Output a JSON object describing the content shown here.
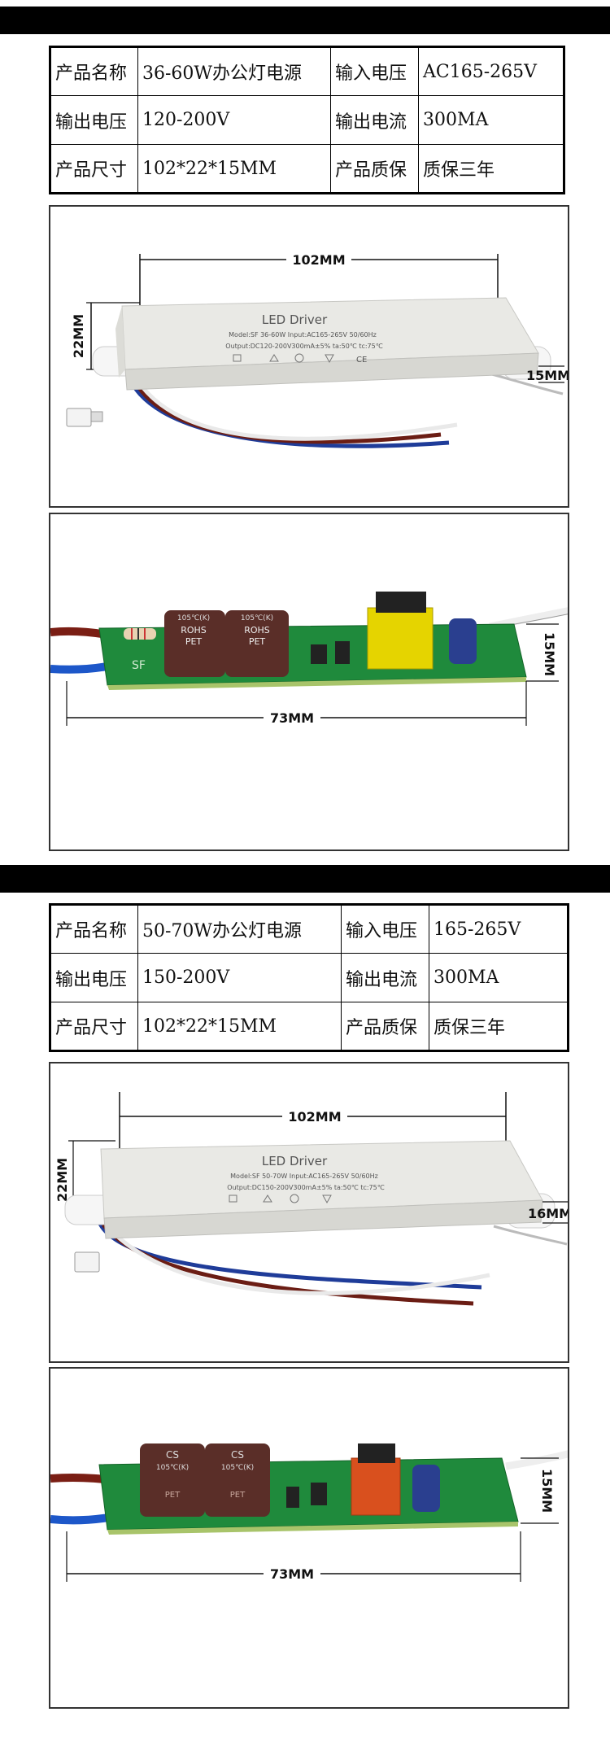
{
  "products": [
    {
      "specs": {
        "r1": {
          "l1": "产品名称",
          "v1": "36-60W办公灯电源",
          "l2": "输入电压",
          "v2": "AC165-265V"
        },
        "r2": {
          "l1": "输出电压",
          "v1": "120-200V",
          "l2": "输出电流",
          "v2": "300MA"
        },
        "r3": {
          "l1": "产品尺寸",
          "v1": "102*22*15MM",
          "l2": "产品质保",
          "v2": "质保三年"
        }
      },
      "driver": {
        "title": "LED Driver",
        "line1": "Model:SF 36-60W Input:AC165-265V 50/60Hz",
        "line2": "Output:DC120-200V300mA±5%  ta:50℃  tc:75℃",
        "length": "102MM",
        "width": "22MM",
        "height": "15MM"
      },
      "board": {
        "cap_brand": "105℃(K)",
        "cap_mark": "ROHS",
        "cap_sub": "PET",
        "silk": "SF",
        "length": "73MM",
        "height": "15MM"
      }
    },
    {
      "specs": {
        "r1": {
          "l1": "产品名称",
          "v1": "50-70W办公灯电源",
          "l2": "输入电压",
          "v2": "165-265V"
        },
        "r2": {
          "l1": "输出电压",
          "v1": "150-200V",
          "l2": "输出电流",
          "v2": "300MA"
        },
        "r3": {
          "l1": "产品尺寸",
          "v1": "102*22*15MM",
          "l2": "产品质保",
          "v2": "质保三年"
        }
      },
      "driver": {
        "title": "LED Driver",
        "line1": "Model:SF 50-70W Input:AC165-265V 50/60Hz",
        "line2": "Output:DC150-200V300mA±5%  ta:50℃  tc:75℃",
        "length": "102MM",
        "width": "22MM",
        "height": "16MM"
      },
      "board": {
        "cap_brand": "CS",
        "cap_mark": "105℃(K)",
        "cap_sub": "PET",
        "length": "73MM",
        "height": "15MM"
      }
    }
  ]
}
